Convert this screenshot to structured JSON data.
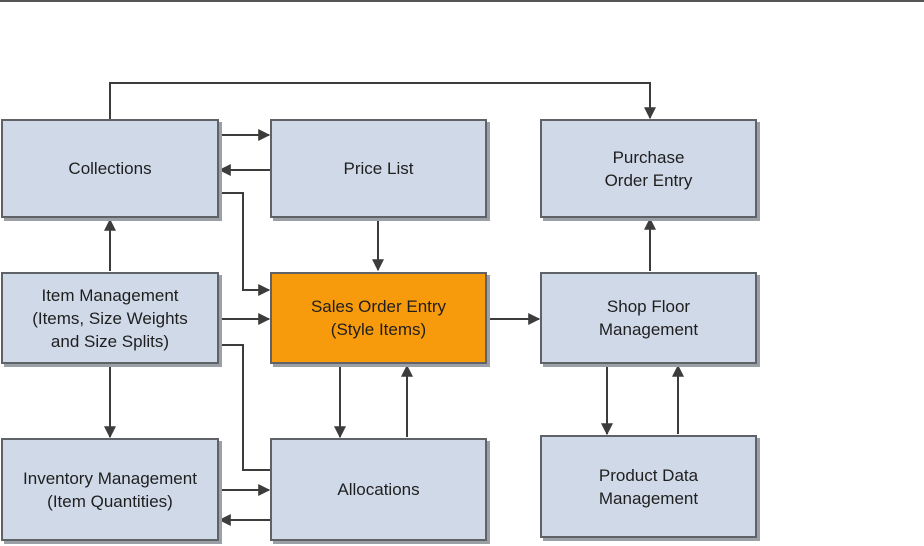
{
  "diagram": {
    "nodes": {
      "collections": "Collections",
      "price_list": "Price List",
      "purchase_order_entry": "Purchase\nOrder Entry",
      "item_management": "Item Management\n(Items, Size Weights\nand Size Splits)",
      "sales_order_entry": "Sales Order Entry\n(Style Items)",
      "shop_floor_management": "Shop Floor\nManagement",
      "inventory_management": "Inventory Management\n(Item Quantities)",
      "allocations": "Allocations",
      "product_data_management": "Product Data\nManagement"
    },
    "colors": {
      "box_fill": "#cfd9e8",
      "highlight_fill": "#f79a0b",
      "line": "#3c3c3c"
    }
  }
}
